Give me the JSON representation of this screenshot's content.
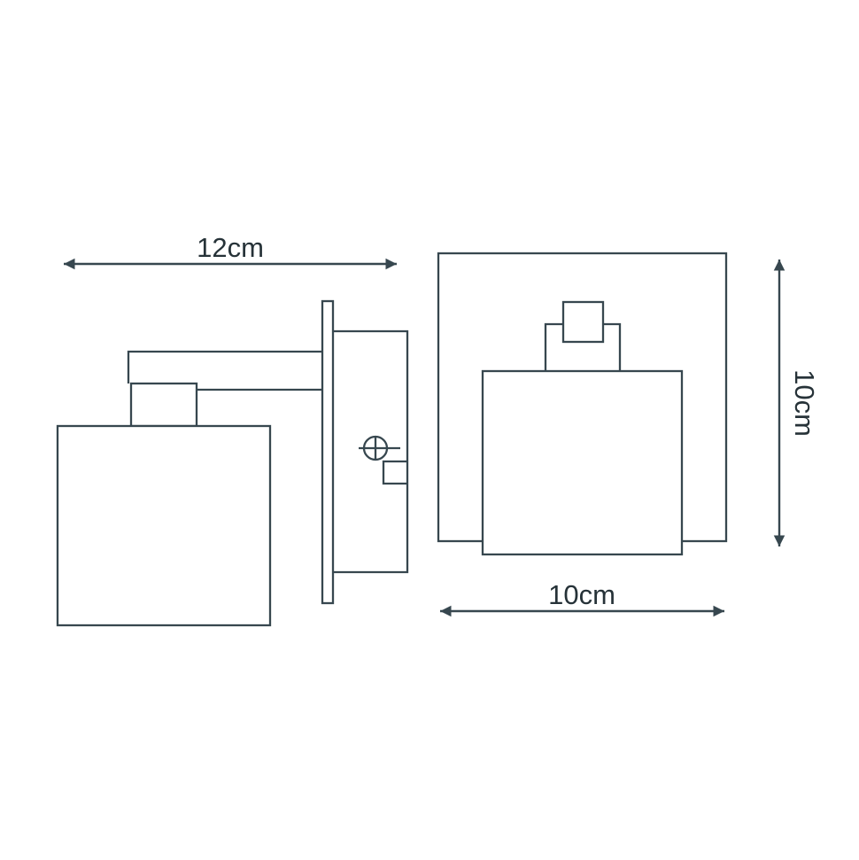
{
  "canvas": {
    "background": "#ffffff",
    "line_color": "#37474F",
    "text_color": "#263238"
  },
  "diagram": {
    "type": "technical-drawing",
    "views": [
      "side-view",
      "front-view"
    ],
    "labels": {
      "side_width": "12cm",
      "front_height": "10cm",
      "front_width": "10cm"
    }
  }
}
